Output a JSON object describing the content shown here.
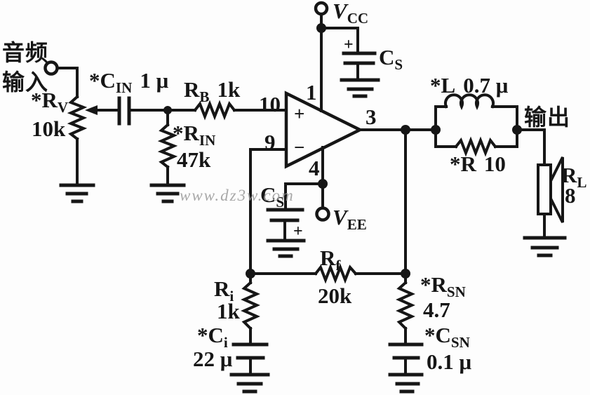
{
  "watermark": "www.dz3w.com",
  "io": {
    "audio_input_line1": "音频",
    "audio_input_line2": "输入",
    "output": "输出"
  },
  "power": {
    "vcc": {
      "base": "V",
      "sub": "CC"
    },
    "vee": {
      "base": "V",
      "sub": "EE"
    }
  },
  "opamp": {
    "pin_top": "1",
    "pin_bottom": "4",
    "pin_noninv": "10",
    "pin_inv": "9",
    "pin_out": "3",
    "noninv_sign": "+",
    "inv_sign": "−"
  },
  "components": {
    "rv": {
      "prefix": "*",
      "base": "R",
      "sub": "V",
      "value": "10k"
    },
    "cin": {
      "prefix": "*",
      "base": "C",
      "sub": "IN",
      "value": "1 μ"
    },
    "rb": {
      "prefix": "",
      "base": "R",
      "sub": "B",
      "value": "1k"
    },
    "rin": {
      "prefix": "*",
      "base": "R",
      "sub": "IN",
      "value": "47k"
    },
    "cs_top": {
      "prefix": "",
      "base": "C",
      "sub": "S",
      "polarity": "+"
    },
    "cs_bottom": {
      "prefix": "",
      "base": "C",
      "sub": "S",
      "polarity": "+"
    },
    "l": {
      "prefix": "*",
      "base": "L",
      "sub": "",
      "value": "0.7 μ"
    },
    "r": {
      "prefix": "*",
      "base": "R",
      "sub": "",
      "value": "10"
    },
    "rl": {
      "prefix": "",
      "base": "R",
      "sub": "L",
      "value": "8"
    },
    "rf": {
      "prefix": "",
      "base": "R",
      "sub": "f",
      "value": "20k"
    },
    "ri": {
      "prefix": "",
      "base": "R",
      "sub": "i",
      "value": "1k"
    },
    "ci": {
      "prefix": "*",
      "base": "C",
      "sub": "i",
      "value": "22 μ"
    },
    "rsn": {
      "prefix": "*",
      "base": "R",
      "sub": "SN",
      "value": "4.7"
    },
    "csn": {
      "prefix": "*",
      "base": "C",
      "sub": "SN",
      "value": "0.1 μ"
    }
  }
}
